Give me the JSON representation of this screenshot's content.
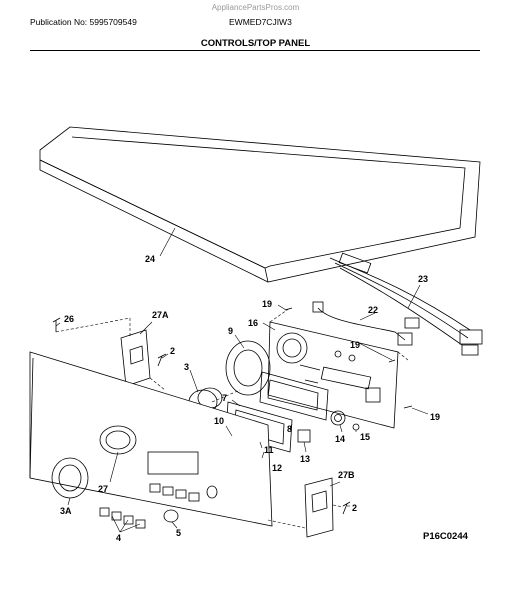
{
  "header": {
    "site": "AppliancePartsPros.com",
    "publication": "Publication No: 5995709549",
    "model": "EWMED7CJIW3",
    "title": "CONTROLS/TOP PANEL"
  },
  "diagram_code": "P16C0244",
  "callouts": {
    "c24": "24",
    "c23": "23",
    "c22": "22",
    "c19a": "19",
    "c19b": "19",
    "c19c": "19",
    "c16": "16",
    "c26": "26",
    "c27A": "27A",
    "c2a": "2",
    "c9": "9",
    "c3": "3",
    "c7": "7",
    "c8": "8",
    "c10": "10",
    "c11": "11",
    "c12": "12",
    "c13": "13",
    "c14": "14",
    "c15": "15",
    "c27": "27",
    "c3A": "3A",
    "c4": "4",
    "c5": "5",
    "c27B": "27B",
    "c2b": "2"
  }
}
